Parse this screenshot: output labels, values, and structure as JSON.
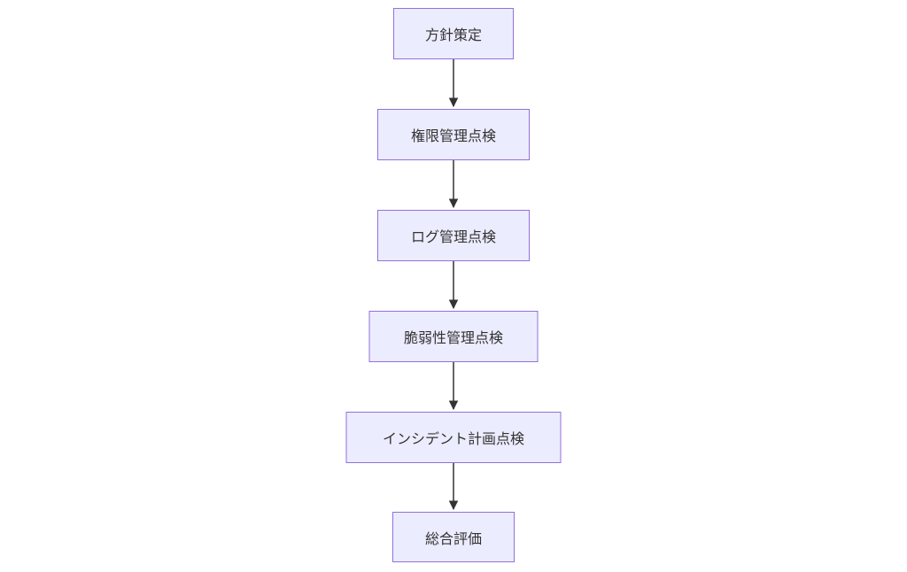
{
  "diagram": {
    "type": "flowchart",
    "direction": "top-down",
    "nodes": [
      {
        "label": "方針策定"
      },
      {
        "label": "権限管理点検"
      },
      {
        "label": "ログ管理点検"
      },
      {
        "label": "脆弱性管理点検"
      },
      {
        "label": "インシデント計画点検"
      },
      {
        "label": "総合評価"
      }
    ],
    "edges": [
      {
        "from": 0,
        "to": 1
      },
      {
        "from": 1,
        "to": 2
      },
      {
        "from": 2,
        "to": 3
      },
      {
        "from": 3,
        "to": 4
      },
      {
        "from": 4,
        "to": 5
      }
    ],
    "colors": {
      "node_fill": "#ececff",
      "node_border": "#9370db",
      "node_text": "#333333",
      "arrow": "#333333",
      "background": "#ffffff"
    }
  }
}
